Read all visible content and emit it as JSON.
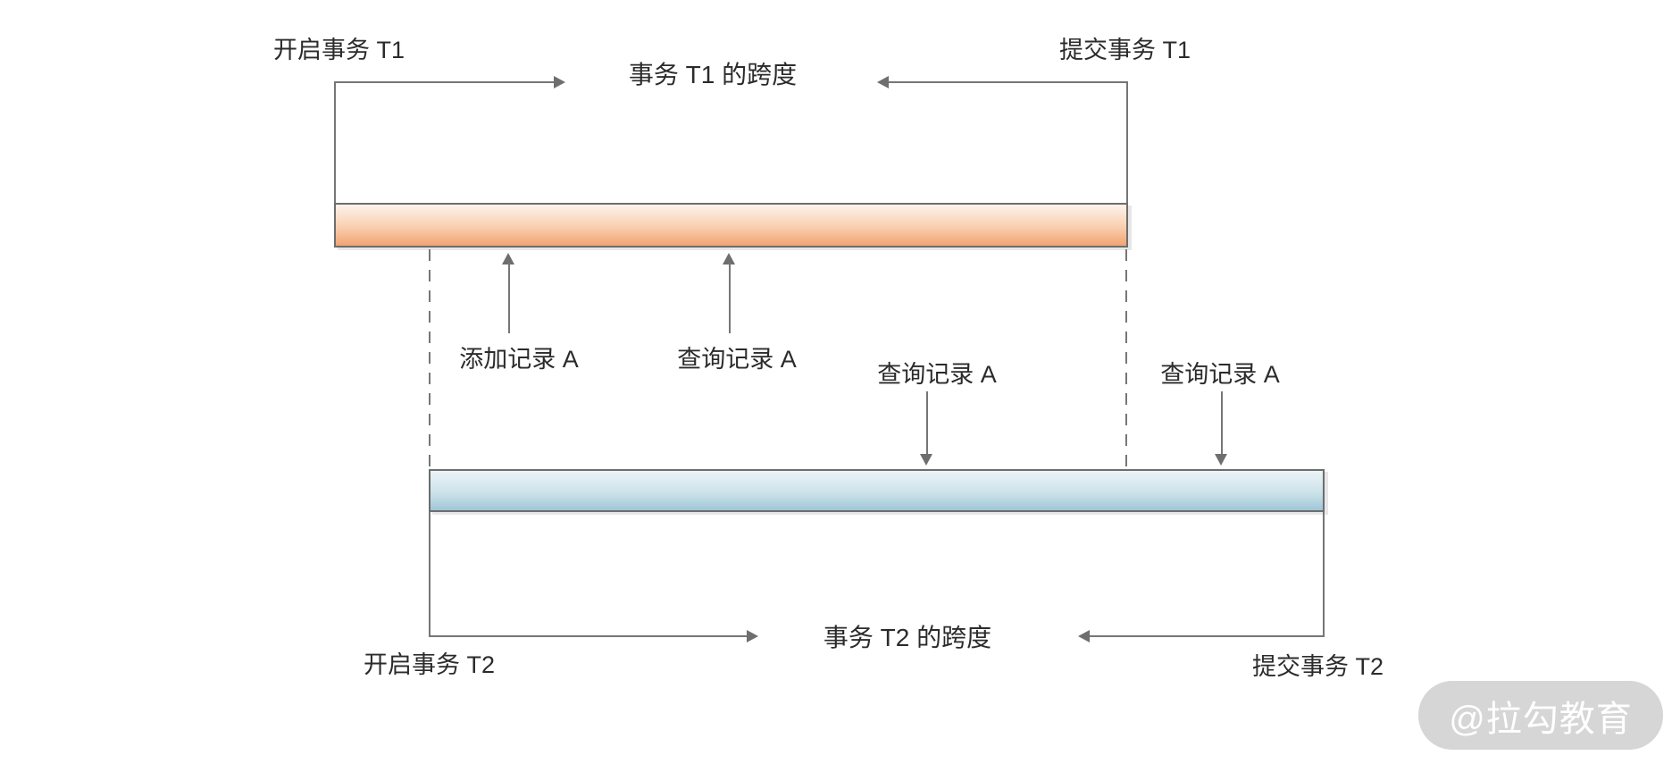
{
  "diagram": {
    "t1": {
      "start": "开启事务 T1",
      "commit": "提交事务 T1",
      "span": "事务 T1 的跨度"
    },
    "t2": {
      "start": "开启事务 T2",
      "commit": "提交事务 T2",
      "span": "事务 T2 的跨度"
    },
    "events": [
      {
        "label": "添加记录 A"
      },
      {
        "label": "查询记录 A"
      },
      {
        "label": "查询记录 A"
      },
      {
        "label": "查询记录 A"
      }
    ],
    "colors": {
      "t1_bar_top": "#fdf3ec",
      "t1_bar_bottom": "#f2a372",
      "t2_bar_top": "#ecf4f7",
      "t2_bar_bottom": "#9fc7d8",
      "line": "#767676",
      "text": "#2b2b2b",
      "watermark_bg": "#d6d6d6",
      "watermark_text": "#ffffff"
    },
    "watermark": "@拉勾教育"
  }
}
